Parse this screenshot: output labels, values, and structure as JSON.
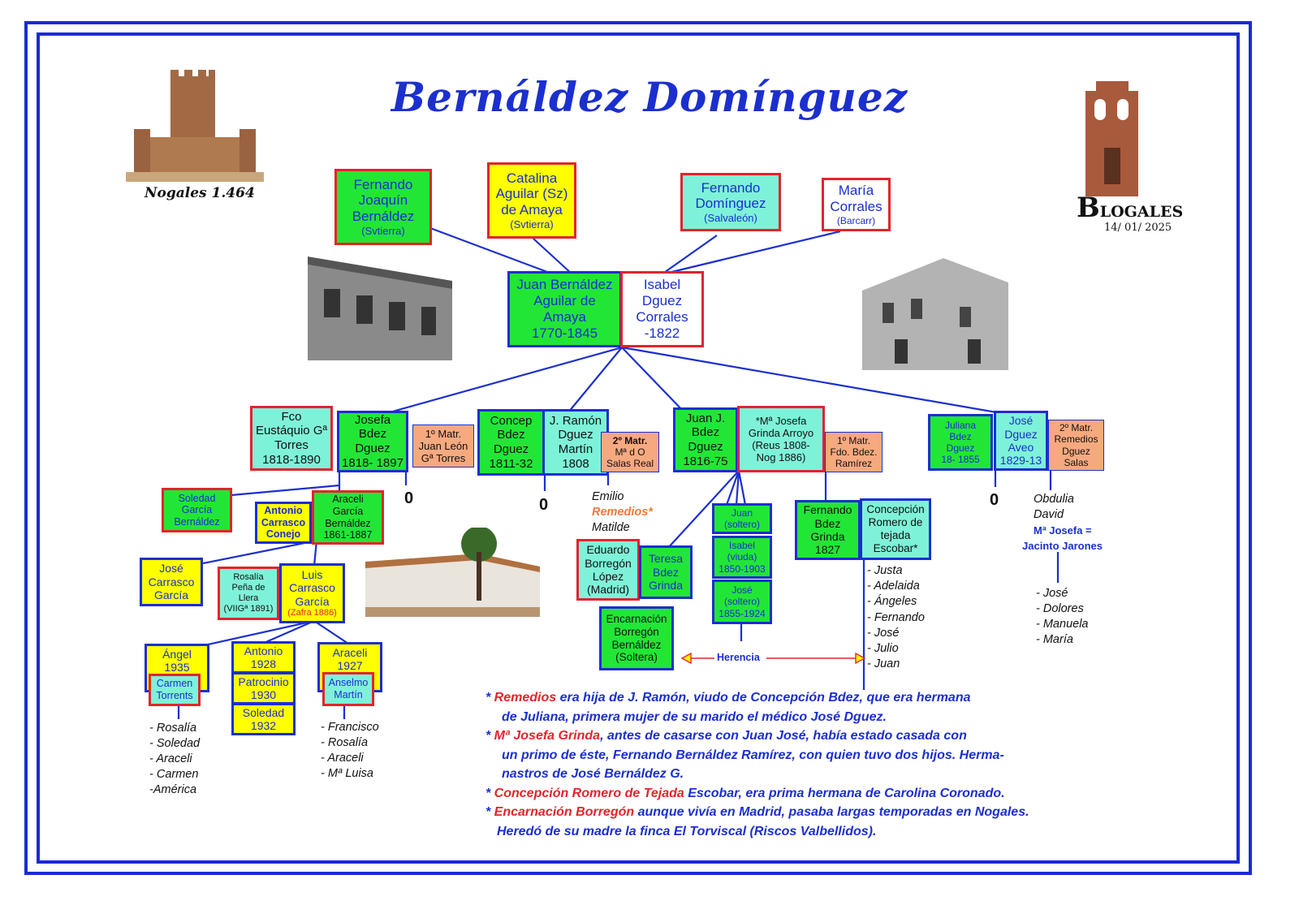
{
  "header": {
    "title": "Bernáldez Domínguez",
    "left_caption": "Nogales 1.464",
    "blog_big": "B",
    "blog_rest": "LOGALES",
    "date": "14/ 01/ 2025"
  },
  "colors": {
    "frame": "#1a2bd6",
    "green": "#22e636",
    "aqua": "#7ef2d8",
    "yellow": "#ffff00",
    "salmon": "#f6a97f",
    "red_border": "#e3242b",
    "blue_text": "#1b2fd0"
  },
  "boxes": [
    {
      "id": "fernando-joaquin",
      "lines": [
        "Fernando",
        "Joaquín",
        "Bernáldez"
      ],
      "sub": "(Svtierra)"
    },
    {
      "id": "catalina",
      "lines": [
        "Catalina",
        "Aguilar (Sz)",
        "de Amaya"
      ],
      "sub": "(Svtierra)"
    },
    {
      "id": "fernando-dominguez",
      "lines": [
        "Fernando",
        "Domínguez"
      ],
      "sub": "(Salvaleón)"
    },
    {
      "id": "maria-corrales",
      "lines": [
        "María",
        "Corrales"
      ],
      "sub": "(Barcarr)"
    },
    {
      "id": "juan-bernaldez",
      "lines": [
        "Juan Bernáldez",
        "Aguilar de",
        "Amaya",
        "1770-1845"
      ]
    },
    {
      "id": "isabel-dguez",
      "lines": [
        "Isabel",
        "Dguez",
        "Corrales",
        "-1822"
      ]
    },
    {
      "id": "fco-eustaquio",
      "lines": [
        "Fco",
        "Eustáquio Gª",
        "Torres",
        "1818-1890"
      ]
    },
    {
      "id": "josefa",
      "lines": [
        "Josefa",
        "Bdez",
        "Dguez",
        "1818- 1897"
      ]
    },
    {
      "id": "josefa-matr",
      "lines": [
        "1º Matr.",
        "Juan León",
        "Gª Torres"
      ]
    },
    {
      "id": "concep",
      "lines": [
        "Concep",
        "Bdez",
        "Dguez",
        "1811-32"
      ]
    },
    {
      "id": "jramon",
      "lines": [
        "J. Ramón",
        "Dguez",
        "Martín",
        "1808"
      ]
    },
    {
      "id": "jramon-matr",
      "lines": [
        "2º Matr.",
        "Mª d O",
        "Salas Real"
      ]
    },
    {
      "id": "juanj",
      "lines": [
        "Juan J.",
        "Bdez",
        "Dguez",
        "1816-75"
      ]
    },
    {
      "id": "mjosefa-grinda",
      "lines": [
        "*Mª Josefa",
        "Grinda Arroyo",
        "(Reus 1808-",
        "Nog 1886)"
      ]
    },
    {
      "id": "mjosefa-matr",
      "lines": [
        "1º Matr.",
        "Fdo. Bdez.",
        "Ramírez"
      ]
    },
    {
      "id": "juliana",
      "lines": [
        "Juliana",
        "Bdez",
        "Dguez",
        "18- 1855"
      ]
    },
    {
      "id": "jose-dguez",
      "lines": [
        "José",
        "Dguez",
        "Aveo",
        "1829-13"
      ]
    },
    {
      "id": "jose-matr",
      "lines": [
        "2º Matr.",
        "Remedios",
        "Dguez",
        "Salas"
      ]
    },
    {
      "id": "soledad-garcia",
      "lines": [
        "Soledad",
        "García",
        "Bernáldez"
      ]
    },
    {
      "id": "antonio-carrasco",
      "lines": [
        "Antonio",
        "Carrasco",
        "Conejo"
      ]
    },
    {
      "id": "araceli-garcia",
      "lines": [
        "Araceli",
        "García",
        "Bernáldez",
        "1861-1887"
      ]
    },
    {
      "id": "jose-carrasco",
      "lines": [
        "José",
        "Carrasco",
        "García"
      ]
    },
    {
      "id": "rosalia-pena",
      "lines": [
        "Rosalía",
        "Peña de",
        "Llera",
        "(VIIGª 1891)"
      ]
    },
    {
      "id": "luis-carrasco",
      "lines": [
        "Luis",
        "Carrasco",
        "García"
      ],
      "sub": "(Zafra 1886)"
    },
    {
      "id": "angel",
      "lines": [
        "Ángel",
        "1935"
      ]
    },
    {
      "id": "carmen-torrents",
      "lines": [
        "Carmen",
        "Torrents"
      ]
    },
    {
      "id": "antonio-1928",
      "lines": [
        "Antonio",
        "1928"
      ]
    },
    {
      "id": "patrocinio",
      "lines": [
        "Patrocinio",
        "1930"
      ]
    },
    {
      "id": "soledad-1932",
      "lines": [
        "Soledad",
        "1932"
      ]
    },
    {
      "id": "araceli-1927",
      "lines": [
        "Araceli",
        "1927"
      ]
    },
    {
      "id": "anselmo",
      "lines": [
        "Anselmo",
        "Martín"
      ]
    },
    {
      "id": "eduardo",
      "lines": [
        "Eduardo",
        "Borregón",
        "López",
        "(Madrid)"
      ]
    },
    {
      "id": "teresa",
      "lines": [
        "Teresa",
        "Bdez",
        "Grinda"
      ]
    },
    {
      "id": "encarnacion",
      "lines": [
        "Encarnación",
        "Borregón",
        "Bernáldez",
        "(Soltera)"
      ]
    },
    {
      "id": "juan-soltero",
      "lines": [
        "Juan",
        "(soltero)"
      ]
    },
    {
      "id": "isabel-viuda",
      "lines": [
        "Isabel",
        "(viuda)",
        "1850-1903"
      ]
    },
    {
      "id": "jose-soltero",
      "lines": [
        "José",
        "(soltero)",
        "1855-1924"
      ]
    },
    {
      "id": "fernando-grinda",
      "lines": [
        "Fernando",
        "Bdez",
        "Grinda",
        "1827"
      ]
    },
    {
      "id": "concepcion-romero",
      "lines": [
        "Concepción",
        "Romero de",
        "tejada",
        "Escobar*"
      ]
    }
  ],
  "zeros": [
    "0",
    "0",
    "0"
  ],
  "jramon_children": [
    "Emilio",
    "Remedios*",
    "Matilde"
  ],
  "jose_dguez_children": [
    "Obdulia",
    "David",
    "Mª Josefa =",
    "Jacinto Jarones"
  ],
  "jose_dguez_grandchildren": [
    "- José",
    "- Dolores",
    "- Manuela",
    "- María"
  ],
  "angel_children": [
    "- Rosalía",
    "- Soledad",
    "- Araceli",
    "- Carmen",
    "-América"
  ],
  "araceli_children": [
    "- Francisco",
    "- Rosalía",
    "- Araceli",
    "- Mª Luisa"
  ],
  "concepcion_children": [
    "- Justa",
    "- Adelaida",
    "- Ángeles",
    "- Fernando",
    "- José",
    "- Julio",
    "- Juan"
  ],
  "herencia": "Herencia",
  "notes": [
    {
      "red": "Remedios",
      "text": " era hija de J. Ramón, viudo de Concepción Bdez, que era hermana"
    },
    {
      "red": "",
      "text": "  de Juliana, primera mujer de su marido el médico José Dguez."
    },
    {
      "red": "Mª Josefa Grinda",
      "text": ", antes de casarse con Juan José, había estado casada con"
    },
    {
      "red": "",
      "text": "  un primo de éste, Fernando Bernáldez Ramírez, con quien tuvo dos hijos. Herma-"
    },
    {
      "red": "",
      "text": "  nastros de José Bernáldez G."
    },
    {
      "red": "Concepción Romero de Tejada",
      "text": " Escobar, era prima hermana de Carolina Coronado."
    },
    {
      "red": "Encarnación Borregón",
      "text": " aunque vivía en Madrid, pasaba largas temporadas en Nogales."
    },
    {
      "red": "",
      "text": " Heredó de su madre la finca El Torviscal (Riscos Valbellidos)."
    }
  ]
}
